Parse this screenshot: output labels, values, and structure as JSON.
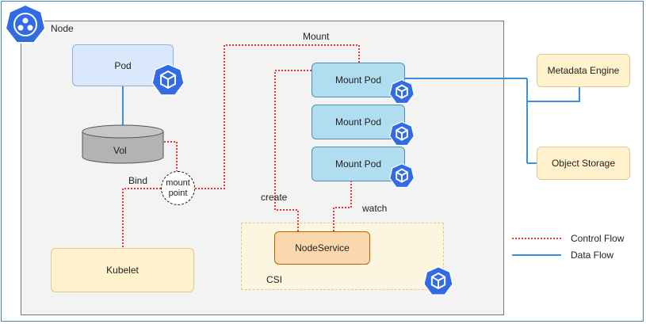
{
  "node": {
    "label": "Node"
  },
  "pod": {
    "label": "Pod"
  },
  "volume": {
    "label": "Vol"
  },
  "mount_point": {
    "line1": "mount",
    "line2": "point"
  },
  "kubelet": {
    "label": "Kubelet"
  },
  "mount_pods": [
    {
      "label": "Mount Pod"
    },
    {
      "label": "Mount Pod"
    },
    {
      "label": "Mount Pod"
    }
  ],
  "csi": {
    "label": "CSI",
    "node_service": "NodeService"
  },
  "metadata_engine": {
    "label": "Metadata Engine"
  },
  "object_storage": {
    "label": "Object Storage"
  },
  "edges": {
    "mount": "Mount",
    "bind": "Bind",
    "create": "create",
    "watch": "watch"
  },
  "legend": {
    "control_flow": "Control Flow",
    "data_flow": "Data Flow"
  },
  "colors": {
    "control_flow": "#e83838",
    "data_flow": "#3d8fd6",
    "k8s_icon": "#326ce5"
  },
  "icons": {
    "kubernetes": "kubernetes-pod-icon",
    "node": "kubernetes-node-icon"
  }
}
